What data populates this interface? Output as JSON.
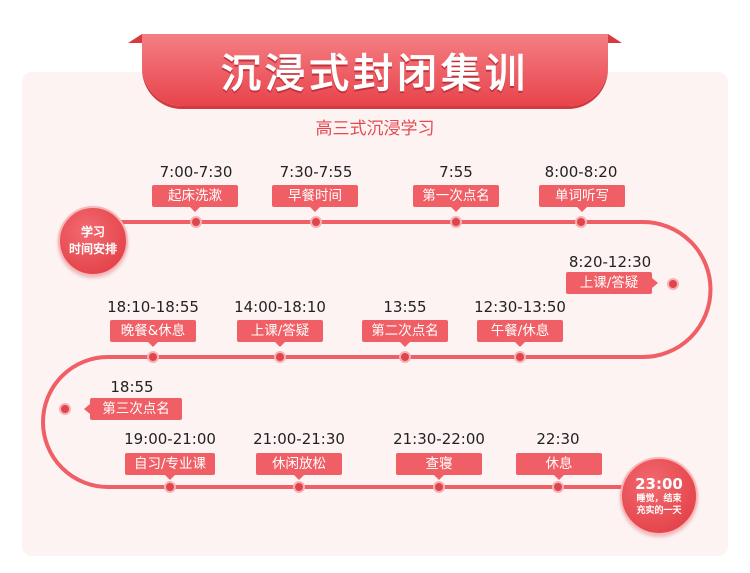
{
  "banner": {
    "title": "沉浸式封闭集训"
  },
  "subtitle": "高三式沉浸学习",
  "start_bubble": {
    "line1": "学习",
    "line2": "时间安排"
  },
  "end_bubble": {
    "time": "23:00",
    "line1": "睡觉，结束",
    "line2": "充实的一天"
  },
  "schedule": [
    {
      "time": "7:00-7:30",
      "activity": "起床洗漱"
    },
    {
      "time": "7:30-7:55",
      "activity": "早餐时间"
    },
    {
      "time": "7:55",
      "activity": "第一次点名"
    },
    {
      "time": "8:00-8:20",
      "activity": "单词听写"
    },
    {
      "time": "8:20-12:30",
      "activity": "上课/答疑"
    },
    {
      "time": "12:30-13:50",
      "activity": "午餐/休息"
    },
    {
      "time": "13:55",
      "activity": "第二次点名"
    },
    {
      "time": "14:00-18:10",
      "activity": "上课/答疑"
    },
    {
      "time": "18:10-18:55",
      "activity": "晚餐&休息"
    },
    {
      "time": "18:55",
      "activity": "第三次点名"
    },
    {
      "time": "19:00-21:00",
      "activity": "自习/专业课"
    },
    {
      "time": "21:00-21:30",
      "activity": "休闲放松"
    },
    {
      "time": "21:30-22:00",
      "activity": "查寝"
    },
    {
      "time": "22:30",
      "activity": "休息"
    }
  ],
  "colors": {
    "accent": "#ef5f65",
    "track": "#ef5f65",
    "dot": "#e0454c",
    "card_bg": "#fdf3f3"
  }
}
